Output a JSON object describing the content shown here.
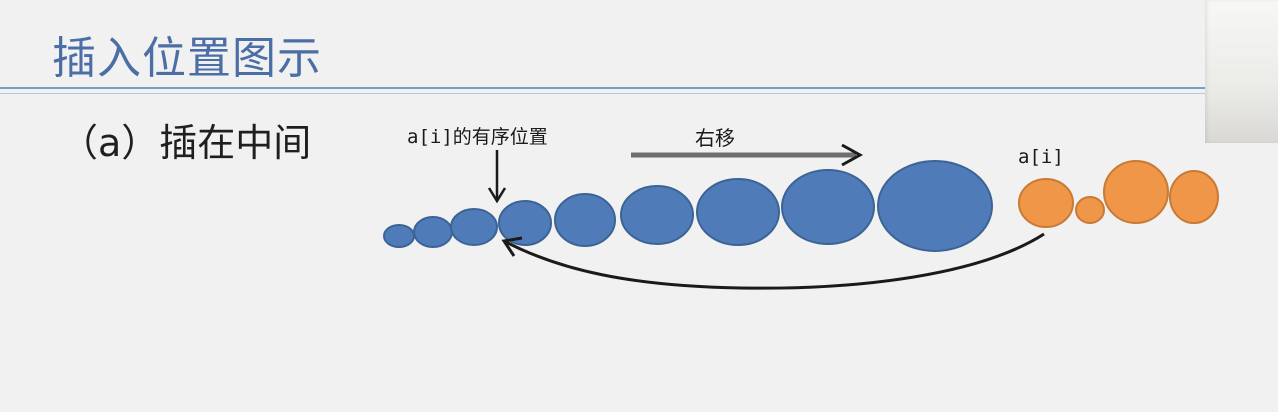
{
  "slide": {
    "title": "插入位置图示",
    "section_label": "（a）插在中间"
  },
  "diagram": {
    "insert_position_label": "a[i]的有序位置",
    "shift_label": "右移",
    "element_label": "a[i]",
    "colors": {
      "sorted_fill": "#4f7cb8",
      "sorted_stroke": "#3b6396",
      "element_fill": "#ef9648",
      "element_stroke": "#c97a34",
      "arrow": "#1a1a1a",
      "shift_arrow": "#6e6e6e"
    }
  }
}
